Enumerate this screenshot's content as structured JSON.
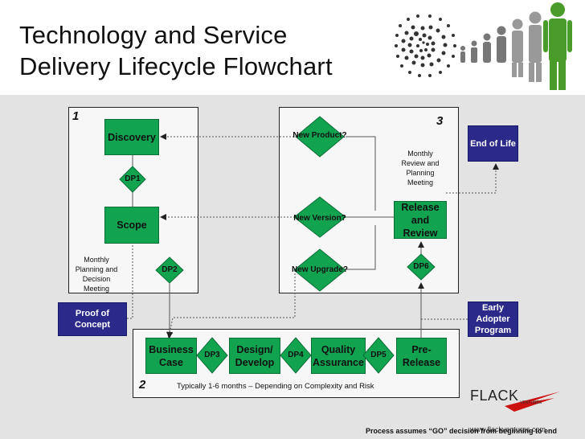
{
  "title": {
    "line1": "Technology and Service",
    "line2": "Delivery Lifecycle Flowchart"
  },
  "sections": {
    "one": "1",
    "two": "2",
    "three": "3"
  },
  "boxes": {
    "discovery": "Discovery",
    "scope": "Scope",
    "business_case": "Business Case",
    "design_develop": "Design/ Develop",
    "quality_assurance": "Quality Assurance",
    "pre_release": "Pre-Release",
    "release_review": "Release and Review"
  },
  "decisions": {
    "dp1": "DP1",
    "dp2": "DP2",
    "dp3": "DP3",
    "dp4": "DP4",
    "dp5": "DP5",
    "dp6": "DP6",
    "new_product": "New Product?",
    "new_version": "New Version?",
    "new_upgrade": "New Upgrade?"
  },
  "side_boxes": {
    "proof_of_concept": "Proof of Concept",
    "end_of_life": "End of Life",
    "early_adopter": "Early Adopter Program"
  },
  "notes": {
    "monthly_planning": "Monthly Planning and Decision Meeting",
    "monthly_review": "Monthly Review and Planning Meeting",
    "duration": "Typically 1-6 months – Depending on Complexity and Risk"
  },
  "logo": {
    "brand": "FLACK",
    "sub": "VENTURES",
    "url": "www.flackventures.com"
  },
  "footer": "Process assumes “GO” decision from beginning to end",
  "colors": {
    "green": "#11a350",
    "navy": "#2b2a8a",
    "band": "#e3e3e3",
    "figure": "#4a9c2a"
  }
}
